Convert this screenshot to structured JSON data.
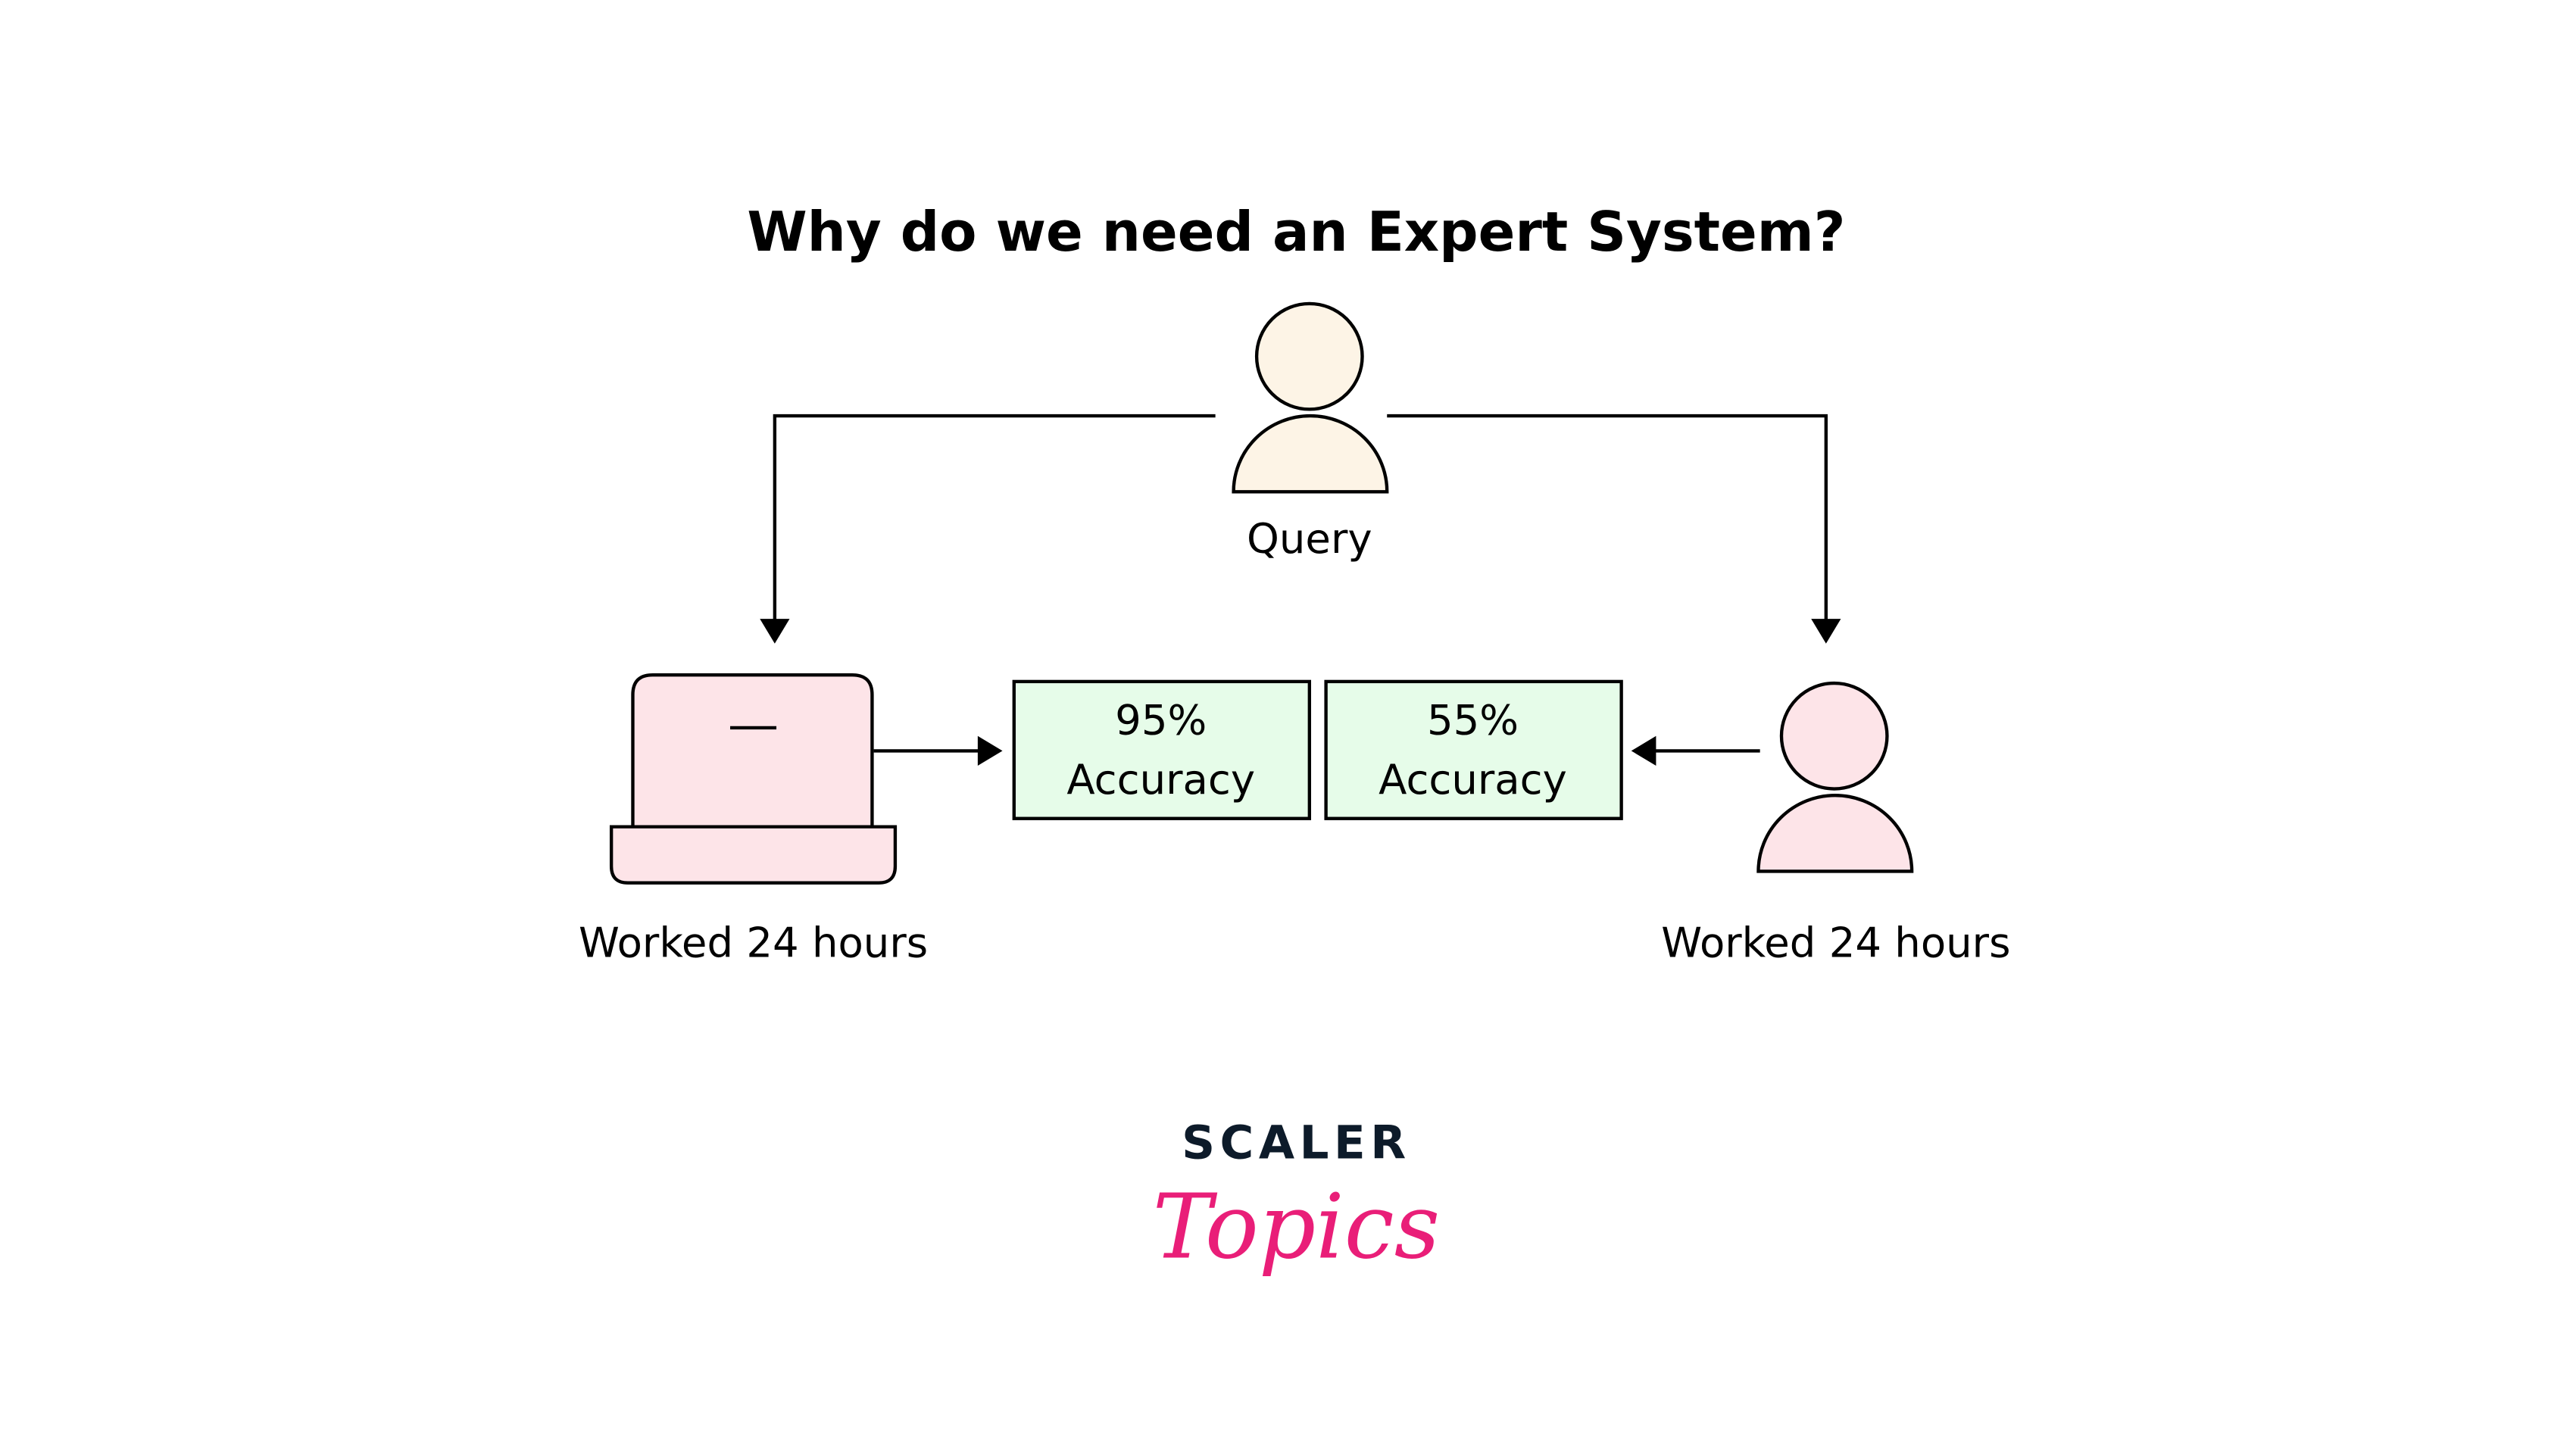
{
  "title": "Why do we need an Expert System?",
  "query": {
    "label": "Query",
    "icon": "person-icon"
  },
  "machine": {
    "label": "Worked 24 hours",
    "icon": "laptop-icon",
    "accuracy_percent": "95%",
    "accuracy_label": "Accuracy"
  },
  "human": {
    "label": "Worked 24 hours",
    "icon": "person-icon",
    "accuracy_percent": "55%",
    "accuracy_label": "Accuracy"
  },
  "logo": {
    "line1": "SCALER",
    "line2": "Topics"
  },
  "colors": {
    "query_fill": "#fdf4e6",
    "pink_fill": "#fde4e8",
    "box_fill": "#e6fce9",
    "logo_dark": "#0d1b2a",
    "logo_pink": "#e91e78"
  }
}
